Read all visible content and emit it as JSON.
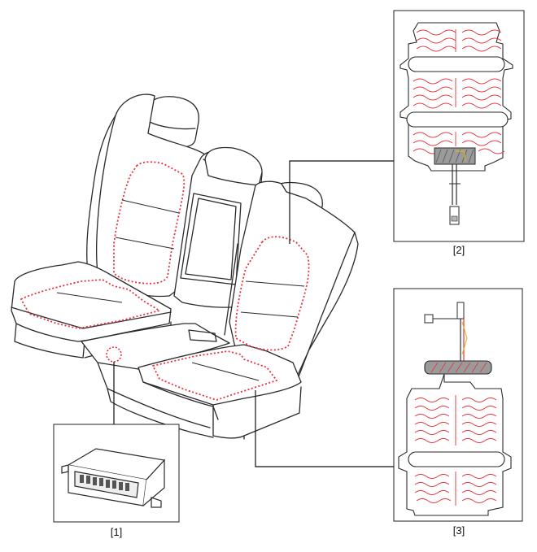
{
  "figure": {
    "callouts": {
      "one": "[1]",
      "two": "[2]",
      "three": "[3]"
    },
    "colors": {
      "line": "#2a2a2a",
      "heater": "#e8323c",
      "connector_fill": "#8c8c8c"
    }
  }
}
